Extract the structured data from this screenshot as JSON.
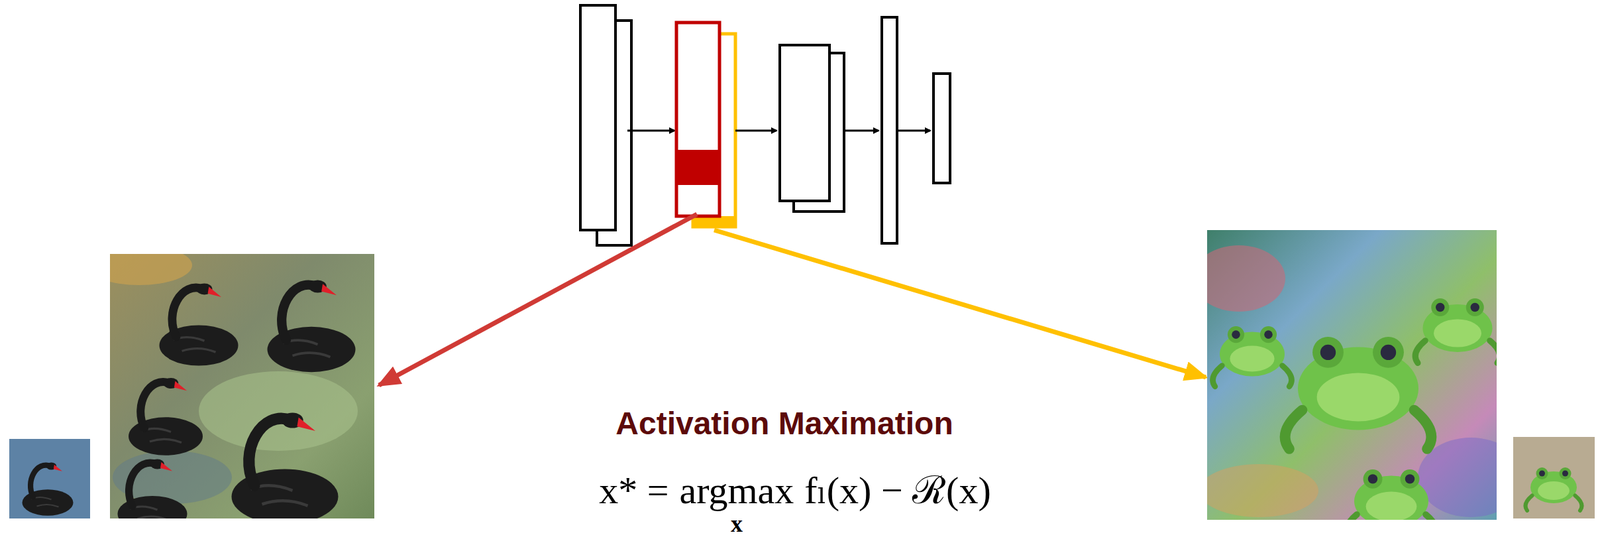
{
  "diagram": {
    "title": "Activation Maximation",
    "labels": [
      "x* =",
      "argmax",
      "x",
      "fₗ(x) − ℛ(x)"
    ]
  }
}
